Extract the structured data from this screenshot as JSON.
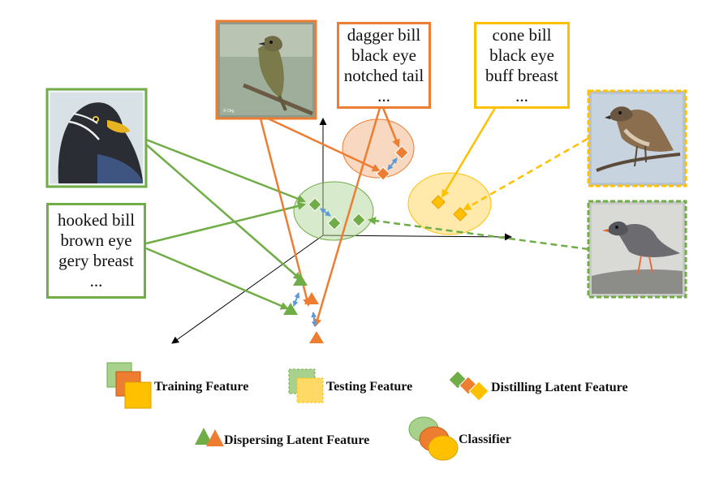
{
  "attribute_boxes": {
    "green": {
      "lines": [
        "hooked bill",
        "brown eye",
        "gery breast",
        "..."
      ],
      "color": "#70ad47"
    },
    "orange": {
      "lines": [
        "dagger bill",
        "black eye",
        "notched tail",
        "..."
      ],
      "color": "#ed7d31"
    },
    "yellow": {
      "lines": [
        "cone bill",
        "black eye",
        "buff breast",
        "..."
      ],
      "color": "#ffc000"
    }
  },
  "photos": {
    "train_green": {
      "subject": "black bird with curved yellow bill (rhinoceros auklet)",
      "border": "solid"
    },
    "train_orange": {
      "subject": "small olive flycatcher perched on branch",
      "border": "solid"
    },
    "test_yellow": {
      "subject": "sparrow perched on twig",
      "border": "dashed"
    },
    "test_green": {
      "subject": "gray bird on rock",
      "border": "dashed"
    }
  },
  "legend": {
    "training": "Training Feature",
    "testing": "Testing Feature",
    "distilling": "Distilling Latent Feature",
    "dispersing": "Dispersing Latent Feature",
    "classifier": "Classifier"
  },
  "colors": {
    "green": "#70ad47",
    "green_light": "#a9d18e",
    "orange": "#ed7d31",
    "orange_light": "#f4b183",
    "yellow": "#ffc000",
    "yellow_light": "#ffd966",
    "blue": "#5b9bd5"
  }
}
